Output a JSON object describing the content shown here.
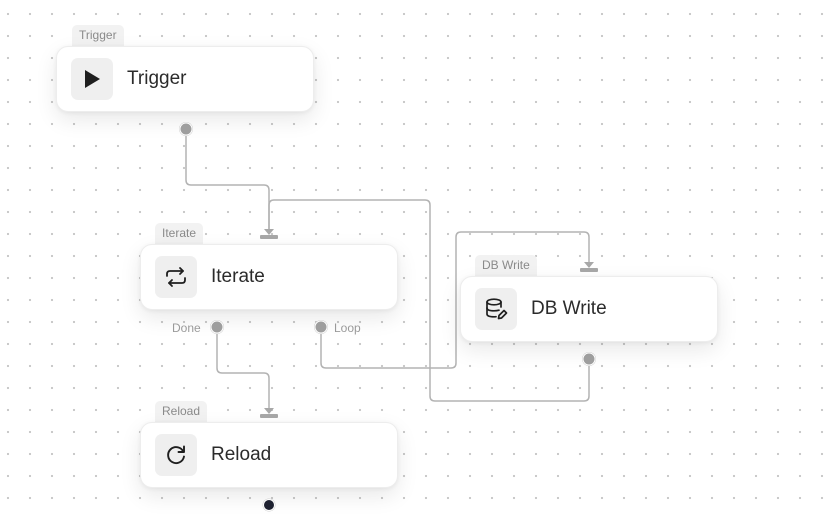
{
  "nodes": {
    "trigger": {
      "tag": "Trigger",
      "title": "Trigger",
      "icon": "play-icon"
    },
    "iterate": {
      "tag": "Iterate",
      "title": "Iterate",
      "icon": "repeat-icon",
      "ports": {
        "done": "Done",
        "loop": "Loop"
      }
    },
    "db_write": {
      "tag": "DB Write",
      "title": "DB Write",
      "icon": "database-edit-icon"
    },
    "reload": {
      "tag": "Reload",
      "title": "Reload",
      "icon": "reload-icon"
    }
  },
  "edges": [
    {
      "from": "trigger",
      "to": "iterate"
    },
    {
      "from": "iterate.loop",
      "to": "db_write"
    },
    {
      "from": "db_write",
      "to": "iterate"
    },
    {
      "from": "iterate.done",
      "to": "reload"
    }
  ],
  "colors": {
    "node_bg": "#ffffff",
    "tag_bg": "#f2f2f2",
    "edge": "#b3b3b3",
    "port": "#9e9e9e",
    "active_port": "#1e2130"
  }
}
